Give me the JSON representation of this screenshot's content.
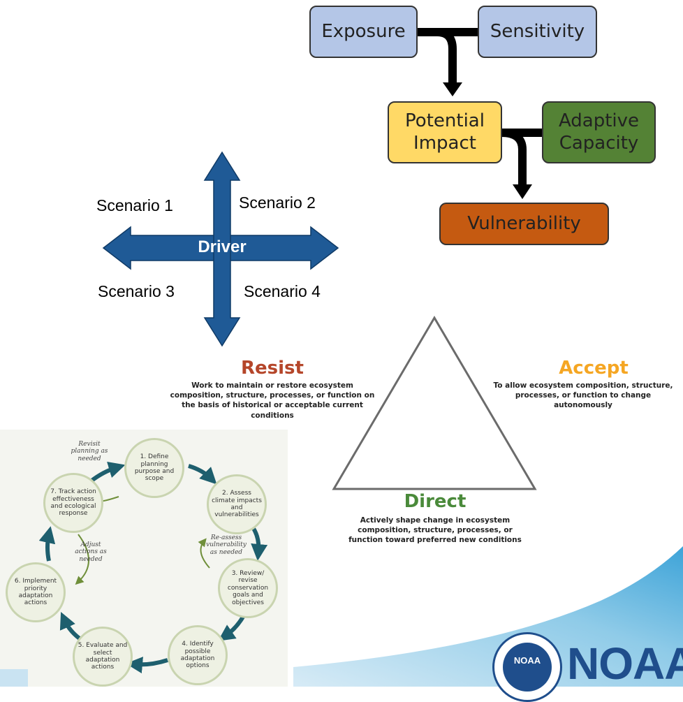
{
  "vulnerability": {
    "exposure": "Exposure",
    "sensitivity": "Sensitivity",
    "potential_impact": "Potential Impact",
    "adaptive_capacity": "Adaptive Capacity",
    "vulnerability": "Vulnerability",
    "colors": {
      "blue": "#b4c6e7",
      "yellow": "#ffd966",
      "green": "#548235",
      "orange": "#c55a11"
    }
  },
  "scenarios": {
    "driver": "Driver",
    "s1": "Scenario 1",
    "s2": "Scenario 2",
    "s3": "Scenario 3",
    "s4": "Scenario 4",
    "arrow_color": "#1f5a96"
  },
  "strategy": {
    "resist_title": "Resist",
    "resist_desc": "Work to maintain or restore ecosystem composition, structure, processes, or function on the basis of historical or acceptable current conditions",
    "accept_title": "Accept",
    "accept_desc": "To allow ecosystem composition, structure, processes, or function to change autonomously",
    "direct_title": "Direct",
    "direct_desc": "Actively shape change in ecosystem composition, structure, processes, or function toward preferred new conditions",
    "colors": {
      "resist": "#b5462a",
      "accept": "#f5a623",
      "direct": "#4a8a3a"
    }
  },
  "cycle": {
    "nodes": [
      "1. Define planning purpose and scope",
      "2. Assess climate impacts and vulnerabilities",
      "3. Review/ revise conservation goals and objectives",
      "4. Identify possible adaptation options",
      "5. Evaluate and select adaptation actions",
      "6. Implement priority adaptation actions",
      "7. Track action effectiveness and ecological response"
    ],
    "notes": {
      "revisit": "Revisit planning as needed",
      "reassess": "Re-assess vulnerability as needed",
      "adjust": "Adjust actions as needed"
    }
  },
  "footer": {
    "noaa_text": "NOAA",
    "seal_text": "NOAA"
  }
}
